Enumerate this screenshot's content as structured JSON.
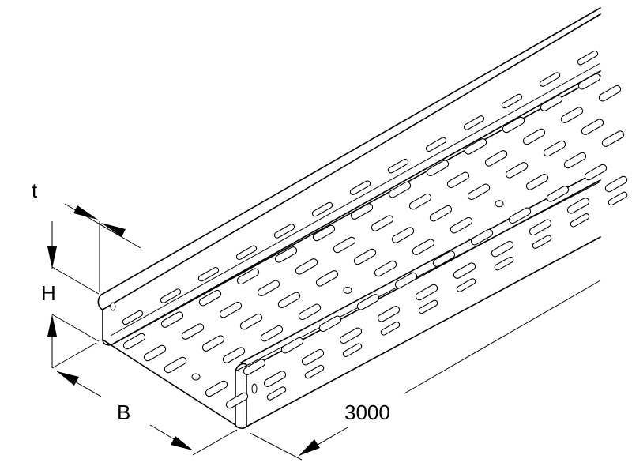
{
  "labels": {
    "thickness": "t",
    "height": "H",
    "width": "B",
    "length": "3000"
  }
}
